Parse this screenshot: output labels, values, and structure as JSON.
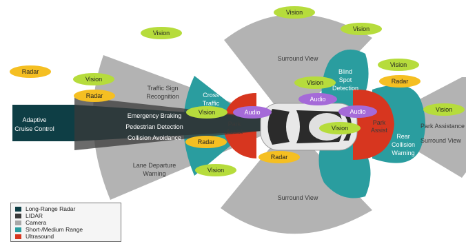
{
  "colors": {
    "long_range_radar": "#0e3e45",
    "lidar": "#3a3a3a",
    "camera": "#a8a8a8",
    "short_medium_range": "#2a9d9f",
    "ultrasound": "#d7361f",
    "vision_bubble": "#b6dc3c",
    "radar_bubble": "#f5bf22",
    "audio_bubble": "#a56ad8"
  },
  "zones": {
    "adaptive_cruise_control": [
      "Adaptive",
      "Cruise Control"
    ],
    "traffic_sign_recognition": [
      "Traffic Sign",
      "Recognition"
    ],
    "cross_traffic": [
      "Cross",
      "Traffic"
    ],
    "emergency_braking": "Emergency Braking",
    "pedestrian_detection": "Pedestrian Detection",
    "collision_avoidance": "Collision Avoidance",
    "lane_departure_warning": [
      "Lane Departure",
      "Warning"
    ],
    "surround_view_top": "Surround View",
    "surround_view_bottom": "Surround View",
    "blind_spot_detection": [
      "Blind",
      "Spot",
      "Detection"
    ],
    "park_assist_front": [
      "Park",
      "Assist"
    ],
    "park_assist_rear": [
      "Park",
      "Assist"
    ],
    "rear_collision_warning": [
      "Rear",
      "Collision",
      "Warning"
    ],
    "park_assistance": "Park Assistance",
    "surround_view_right": "Surround View"
  },
  "bubbles": {
    "vision": "Vision",
    "radar": "Radar",
    "audio": "Audio"
  },
  "legend": [
    {
      "label": "Long-Range Radar",
      "color": "#0e3e45"
    },
    {
      "label": "LIDAR",
      "color": "#3a3a3a"
    },
    {
      "label": "Camera",
      "color": "#a8a8a8"
    },
    {
      "label": "Short-/Medium Range",
      "color": "#2a9d9f"
    },
    {
      "label": "Ultrasound",
      "color": "#d7361f"
    }
  ]
}
